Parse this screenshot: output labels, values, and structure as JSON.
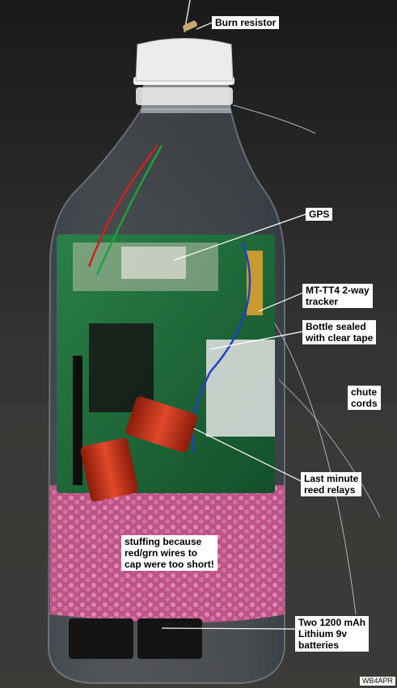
{
  "labels": {
    "burn_resistor": "Burn resistor",
    "gps": "GPS",
    "tracker": "MT-TT4 2-way\ntracker",
    "bottle_sealed": "Bottle sealed\nwith clear tape",
    "chute_cords": "chute\ncords",
    "reed_relays": "Last minute\nreed relays",
    "stuffing": "stuffing because\nred/grn wires to\ncap were too short!",
    "batteries": "Two 1200 mAh\nLithium 9v\nbatteries"
  },
  "credit": "WB4APR",
  "colors": {
    "background": "#2a2a2a",
    "board_green": "#1f6b3a",
    "relay_orange": "#c8361a",
    "bubble_wrap_pink": "#d4679a",
    "cap_white": "#eeeeee",
    "label_bg": "#ffffff",
    "label_text": "#000000"
  }
}
